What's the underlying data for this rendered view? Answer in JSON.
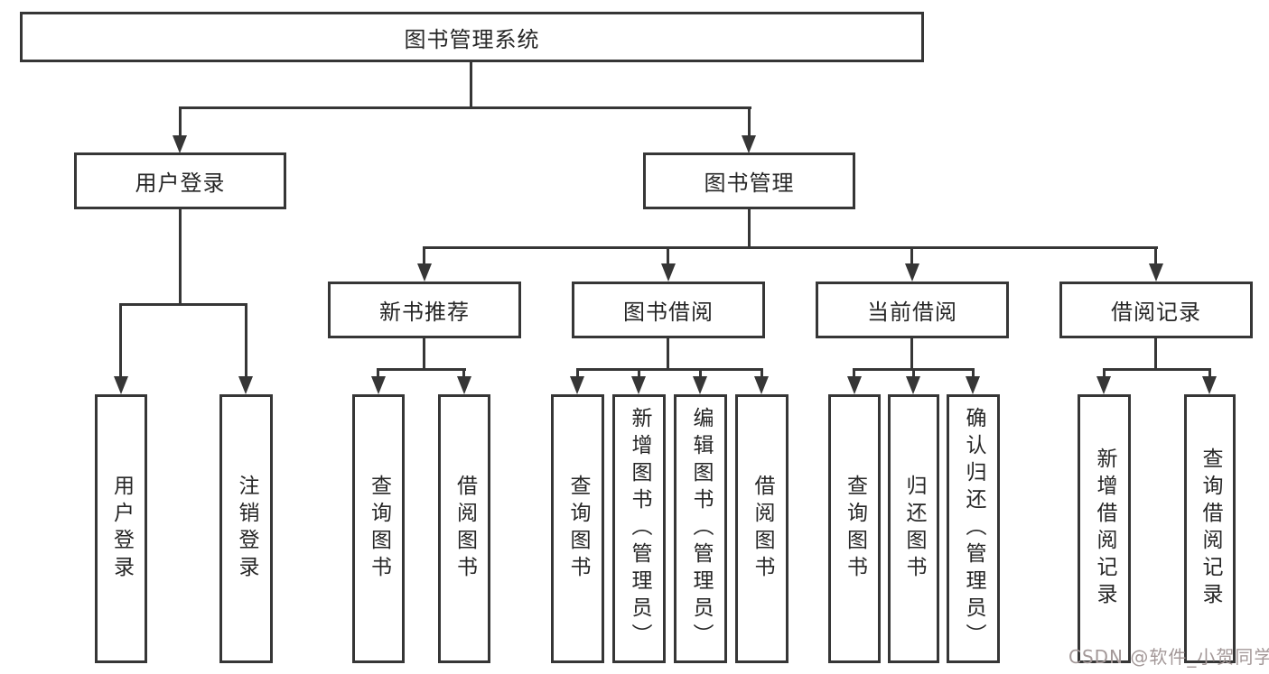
{
  "colors": {
    "line": "#363636",
    "text": "#262626",
    "background": "#ffffff",
    "watermark": "#a39898"
  },
  "nodes": {
    "root": "图书管理系统",
    "l2": [
      "用户登录",
      "图书管理"
    ],
    "l3": [
      "新书推荐",
      "图书借阅",
      "当前借阅",
      "借阅记录"
    ],
    "leaves_login": [
      "用户登录",
      "注销登录"
    ],
    "leaves_newbook": [
      "查询图书",
      "借阅图书"
    ],
    "leaves_borrow": [
      "查询图书",
      "新增图书（管理员）",
      "编辑图书（管理员）",
      "借阅图书"
    ],
    "leaves_current": [
      "查询图书",
      "归还图书",
      "确认归还（管理员）"
    ],
    "leaves_record": [
      "新增借阅记录",
      "查询借阅记录"
    ]
  },
  "watermark": {
    "text": "CSDN @软件_小贺同学"
  }
}
